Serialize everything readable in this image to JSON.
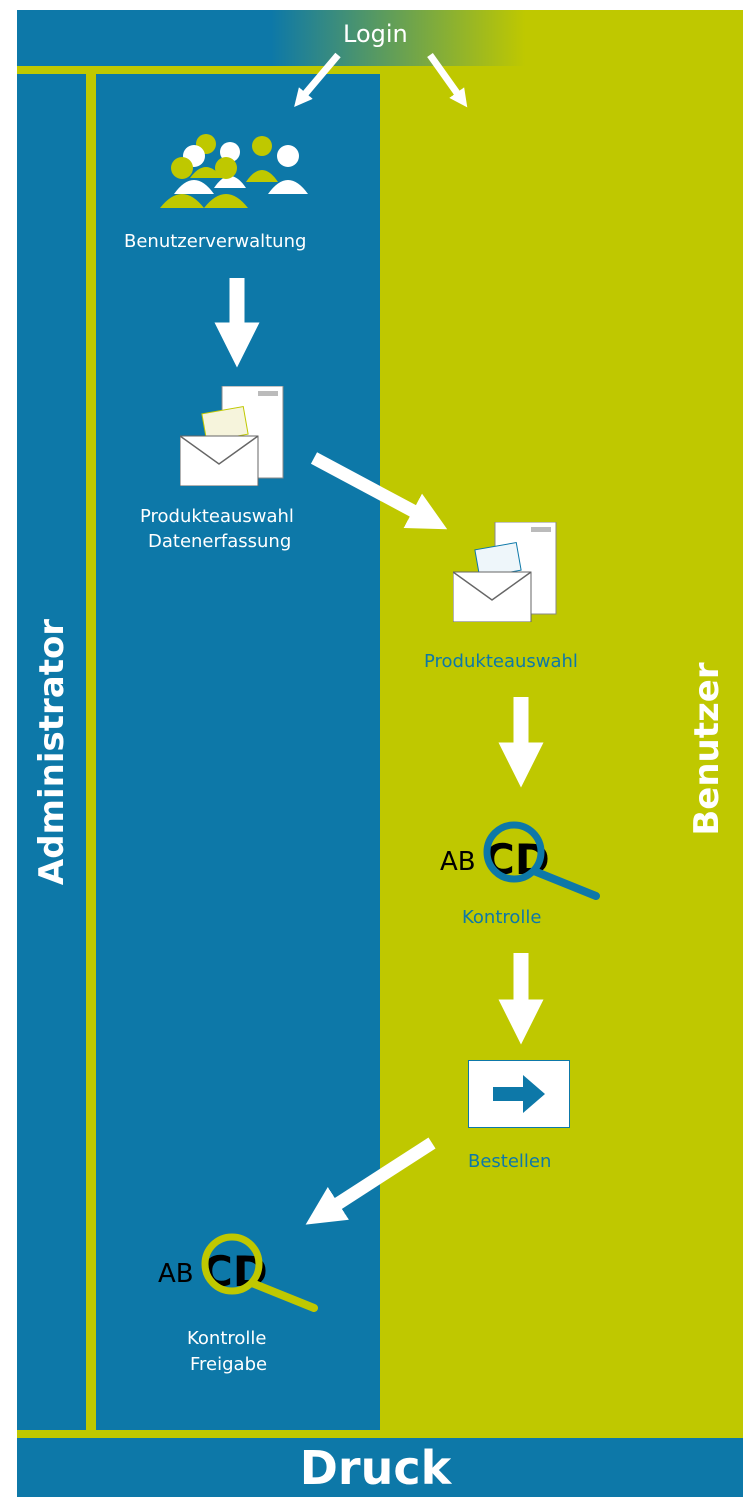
{
  "header": {
    "login_label": "Login"
  },
  "columns": {
    "admin_label": "Administrator",
    "user_label": "Benutzer"
  },
  "footer": {
    "print_label": "Druck"
  },
  "steps": {
    "user_admin": "Benutzerverwaltung",
    "admin_product_line1": "Produkteauswahl",
    "admin_product_line2": "Datenerfassung",
    "user_product": "Produkteauswahl",
    "user_check": "Kontrolle",
    "order": "Bestellen",
    "admin_check_line1": "Kontrolle",
    "admin_check_line2": "Freigabe"
  },
  "magnifier_text": {
    "prefix": "AB",
    "focus": "CD"
  },
  "colors": {
    "blue": "#0d78a8",
    "green": "#bfc800",
    "white": "#ffffff",
    "black": "#000000"
  },
  "icons": [
    "users-icon",
    "envelope-documents-icon",
    "magnifier-icon",
    "arrow-right-icon"
  ]
}
